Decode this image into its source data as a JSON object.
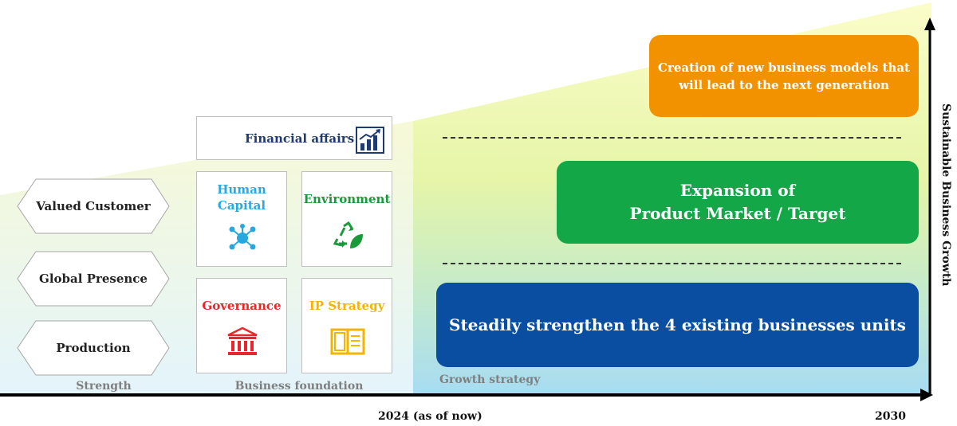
{
  "strengths": {
    "items": [
      "Valued Customer",
      "Global Presence",
      "Production"
    ],
    "caption": "Strength"
  },
  "foundation": {
    "financial": {
      "title": "Financial affairs",
      "icon": "bar-chart-growth-icon",
      "color": "#1f3a6e"
    },
    "human_capital": {
      "title_line1": "Human",
      "title_line2": "Capital",
      "icon": "network-people-icon",
      "color": "#29a8e0"
    },
    "environment": {
      "title": "Environment",
      "icon": "recycle-leaf-icon",
      "color": "#1a9a3a"
    },
    "governance": {
      "title": "Governance",
      "icon": "government-building-icon",
      "color": "#e8262d"
    },
    "ip_strategy": {
      "title": "IP Strategy",
      "icon": "open-book-icon",
      "color": "#f4b400"
    },
    "caption": "Business foundation"
  },
  "growth": {
    "caption": "Growth strategy",
    "top": {
      "line1": "Creation of new business models that",
      "line2": "will lead to the next generation",
      "color": "#f39200"
    },
    "middle": {
      "line1": "Expansion of",
      "line2": "Product Market / Target",
      "color": "#14a748"
    },
    "bottom": {
      "text": "Steadily strengthen the 4 existing businesses units",
      "color": "#0a4ea2"
    }
  },
  "axis": {
    "x_start": "2024 (as of now)",
    "x_end": "2030",
    "y_label": "Sustainable Business Growth"
  }
}
